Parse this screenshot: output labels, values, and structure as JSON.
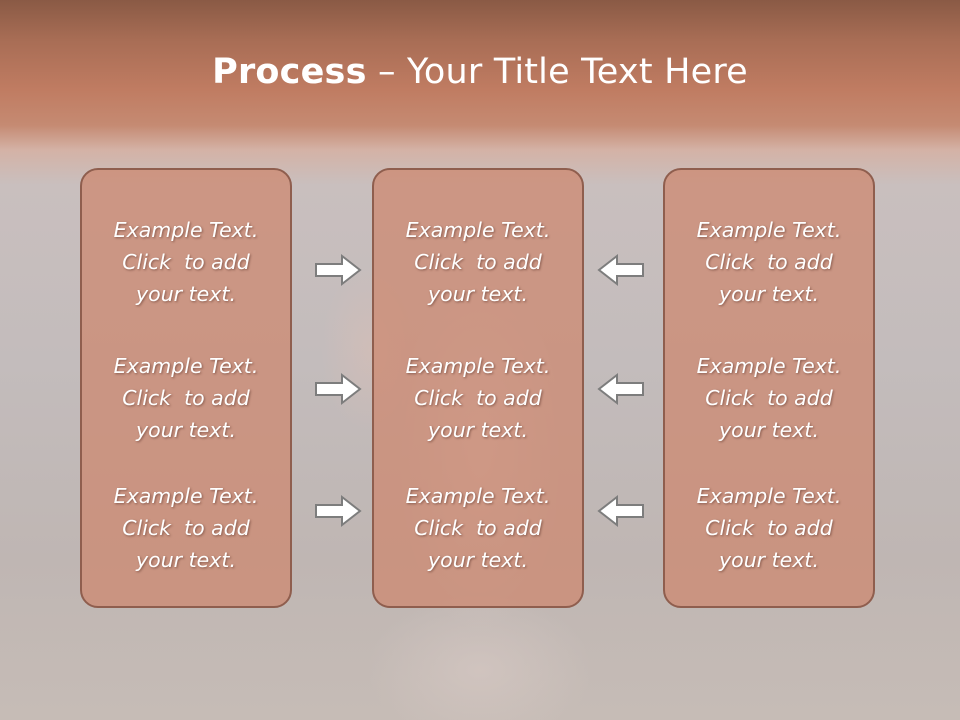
{
  "slide": {
    "title_bold": "Process",
    "title_rest": " – Your Title Text Here"
  },
  "boxes": [
    {
      "items": [
        [
          "Example Text.",
          "Click  to add",
          "your text."
        ],
        [
          "Example Text.",
          "Click  to add",
          "your text."
        ],
        [
          "Example Text.",
          "Click  to add",
          "your text."
        ]
      ]
    },
    {
      "items": [
        [
          "Example Text.",
          "Click  to add",
          "your text."
        ],
        [
          "Example Text.",
          "Click  to add",
          "your text."
        ],
        [
          "Example Text.",
          "Click  to add",
          "your text."
        ]
      ]
    },
    {
      "items": [
        [
          "Example Text.",
          "Click  to add",
          "your text."
        ],
        [
          "Example Text.",
          "Click  to add",
          "your text."
        ],
        [
          "Example Text.",
          "Click  to add",
          "your text."
        ]
      ]
    }
  ],
  "arrows": {
    "left_column": [
      "arrow-right-icon",
      "arrow-right-icon",
      "arrow-right-icon"
    ],
    "right_column": [
      "arrow-left-icon",
      "arrow-left-icon",
      "arrow-left-icon"
    ]
  },
  "colors": {
    "box_fill": "#cd876e",
    "box_border": "#8f5e4e",
    "header_band": "#c07c62",
    "text": "#ffffff"
  }
}
